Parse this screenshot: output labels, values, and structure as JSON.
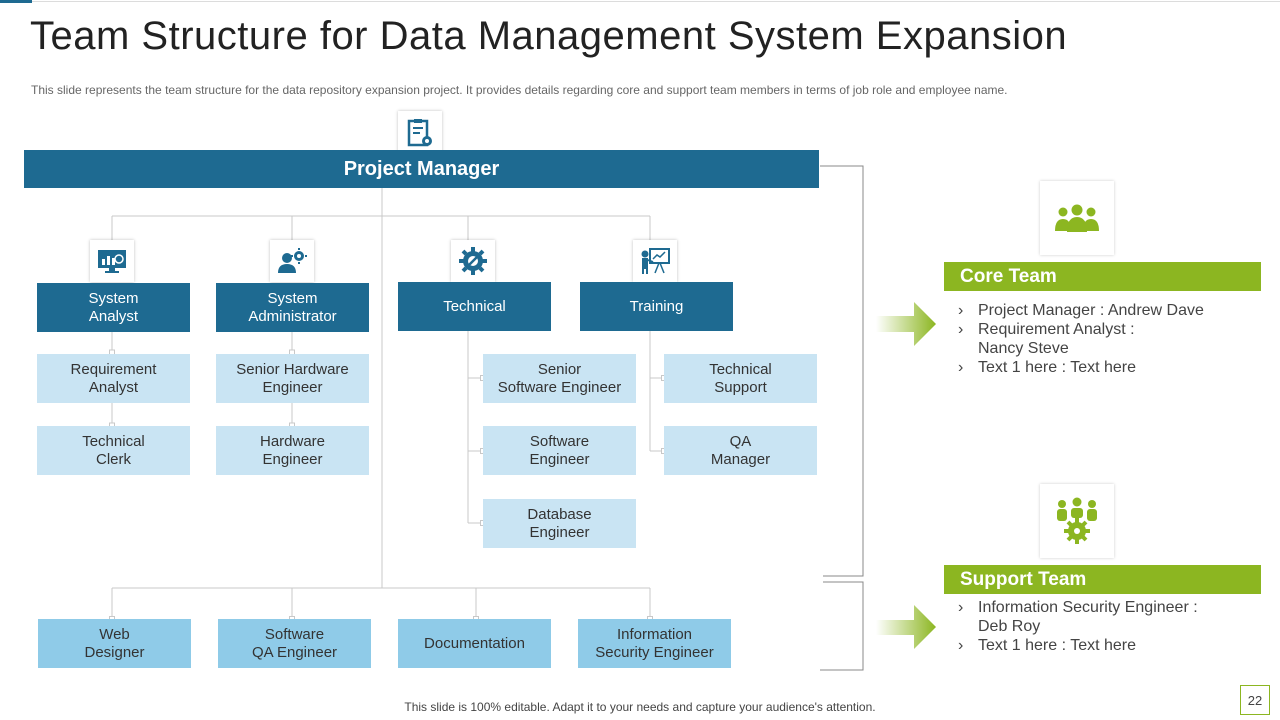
{
  "title": "Team Structure for Data Management System Expansion",
  "subtitle": "This slide represents the team structure for the data repository expansion project. It provides  details regarding  core and support team members in terms of job role and employee name.",
  "top_role": {
    "label": "Project Manager",
    "icon": "clipboard-gear-icon"
  },
  "departments": [
    {
      "label": "System\nAnalyst",
      "icon": "analytics-monitor-icon",
      "members": [
        "Requirement\nAnalyst",
        "Technical\nClerk"
      ]
    },
    {
      "label": "System\nAdministrator",
      "icon": "user-gear-icon",
      "members": [
        "Senior Hardware\nEngineer",
        "Hardware\nEngineer"
      ]
    },
    {
      "label": "Technical",
      "icon": "gear-wrench-icon",
      "members": [
        "Senior\nSoftware Engineer",
        "Software\nEngineer",
        "Database\nEngineer"
      ]
    },
    {
      "label": "Training",
      "icon": "presenter-board-icon",
      "members": [
        "Technical\nSupport",
        "QA\nManager"
      ]
    }
  ],
  "bottom_roles": [
    "Web\nDesigner",
    "Software\nQA Engineer",
    "Documentation",
    "Information\nSecurity Engineer"
  ],
  "core_team": {
    "title": "Core Team",
    "icon": "group-people-icon",
    "items": [
      "Project Manager : Andrew Dave",
      "Requirement Analyst :\n Nancy Steve",
      "Text  1 here : Text here"
    ]
  },
  "support_team": {
    "title": "Support Team",
    "icon": "people-gear-icon",
    "items": [
      "Information  Security Engineer :\nDeb Roy",
      "Text  1 here : Text here"
    ]
  },
  "bullet_glyph": "›",
  "footer": "This slide is 100% editable. Adapt it to your needs and capture your audience's attention.",
  "page_number": "22",
  "colors": {
    "primary": "#1e6a91",
    "light": "#c9e4f3",
    "medium": "#8fcbe8",
    "accent": "#8cb621"
  }
}
